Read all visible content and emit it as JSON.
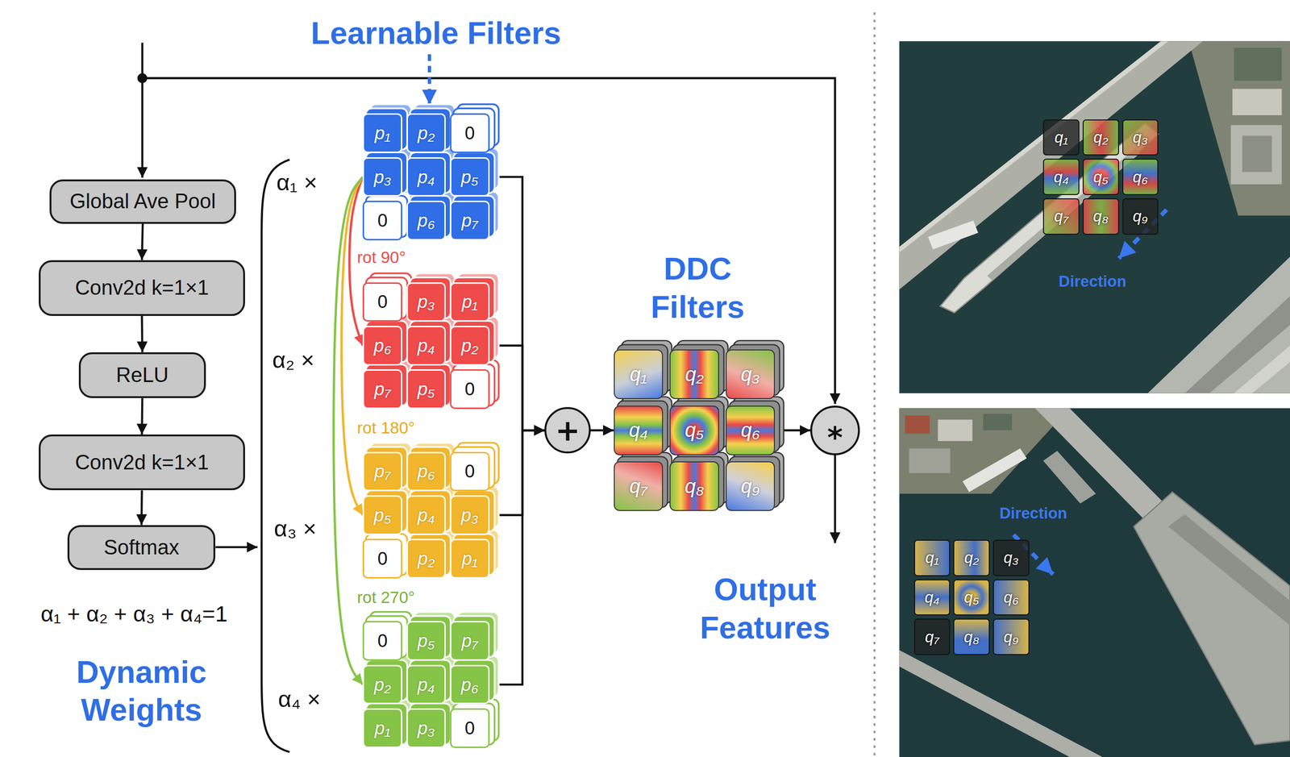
{
  "diagram": {
    "nodes": [
      {
        "text": [
          "Global Ave Pool"
        ]
      },
      {
        "text": [
          "Conv2d k=1×1"
        ]
      },
      {
        "text": [
          "ReLU"
        ]
      },
      {
        "text": [
          "Conv2d k=1×1"
        ]
      },
      {
        "text": [
          "Softmax"
        ]
      },
      {
        "text": [
          "p₁"
        ]
      },
      {
        "text": [
          "p₂"
        ]
      },
      {
        "text": [
          "0"
        ]
      },
      {
        "text": [
          "p₃"
        ]
      },
      {
        "text": [
          "p₄"
        ]
      },
      {
        "text": [
          "p₅"
        ]
      },
      {
        "text": [
          "0"
        ]
      },
      {
        "text": [
          "p₆"
        ]
      },
      {
        "text": [
          "p₇"
        ]
      },
      {
        "text": [
          "0"
        ]
      },
      {
        "text": [
          "p₃"
        ]
      },
      {
        "text": [
          "p₁"
        ]
      },
      {
        "text": [
          "p₆"
        ]
      },
      {
        "text": [
          "p₄"
        ]
      },
      {
        "text": [
          "p₂"
        ]
      },
      {
        "text": [
          "p₇"
        ]
      },
      {
        "text": [
          "p₅"
        ]
      },
      {
        "text": [
          "0"
        ]
      },
      {
        "text": [
          "p₇"
        ]
      },
      {
        "text": [
          "p₆"
        ]
      },
      {
        "text": [
          "0"
        ]
      },
      {
        "text": [
          "p₅"
        ]
      },
      {
        "text": [
          "p₄"
        ]
      },
      {
        "text": [
          "p₃"
        ]
      },
      {
        "text": [
          "0"
        ]
      },
      {
        "text": [
          "p₂"
        ]
      },
      {
        "text": [
          "p₁"
        ]
      },
      {
        "text": [
          "0"
        ]
      },
      {
        "text": [
          "p₅"
        ]
      },
      {
        "text": [
          "p₇"
        ]
      },
      {
        "text": [
          "p₂"
        ]
      },
      {
        "text": [
          "p₄"
        ]
      },
      {
        "text": [
          "p₆"
        ]
      },
      {
        "text": [
          "p₁"
        ]
      },
      {
        "text": [
          "p₃"
        ]
      },
      {
        "text": [
          "0"
        ]
      },
      {
        "text": [
          "+"
        ]
      },
      {
        "text": [
          "q₁"
        ]
      },
      {
        "text": [
          "q₂"
        ]
      },
      {
        "text": [
          "q₃"
        ]
      },
      {
        "text": [
          "q₄"
        ]
      },
      {
        "text": [
          "q₅"
        ]
      },
      {
        "text": [
          "q₆"
        ]
      },
      {
        "text": [
          "q₇"
        ]
      },
      {
        "text": [
          "q₈"
        ]
      },
      {
        "text": [
          "q₉"
        ]
      },
      {
        "text": [
          "*"
        ]
      },
      {
        "text": [
          "q₁"
        ]
      },
      {
        "text": [
          "q₂"
        ]
      },
      {
        "text": [
          "q₃"
        ]
      },
      {
        "text": [
          "q₄"
        ]
      },
      {
        "text": [
          "q₅"
        ]
      },
      {
        "text": [
          "q₆"
        ]
      },
      {
        "text": [
          "q₇"
        ]
      },
      {
        "text": [
          "q₈"
        ]
      },
      {
        "text": [
          "q₉"
        ]
      },
      {
        "text": [
          "q₁"
        ]
      },
      {
        "text": [
          "q₂"
        ]
      },
      {
        "text": [
          "q₃"
        ]
      },
      {
        "text": [
          "q₄"
        ]
      },
      {
        "text": [
          "q₅"
        ]
      },
      {
        "text": [
          "q₆"
        ]
      },
      {
        "text": [
          "q₇"
        ]
      },
      {
        "text": [
          "q₈"
        ]
      },
      {
        "text": [
          "q₉"
        ]
      }
    ],
    "edges": [
      {
        "from": 0,
        "to": 1,
        "arrow": "to"
      },
      {
        "from": 1,
        "to": 2,
        "arrow": "to"
      },
      {
        "from": 2,
        "to": 3,
        "arrow": "to"
      },
      {
        "from": 3,
        "to": 4,
        "arrow": "to"
      },
      {
        "from": 8,
        "to": 17,
        "arrow": "to"
      },
      {
        "from": 8,
        "to": 26,
        "arrow": "to"
      },
      {
        "from": 8,
        "to": 35,
        "arrow": "to"
      },
      {
        "from": 10,
        "to": 41,
        "arrow": "to"
      },
      {
        "from": 19,
        "to": 41,
        "arrow": "to"
      },
      {
        "from": 28,
        "to": 41,
        "arrow": "to"
      },
      {
        "from": 37,
        "to": 41,
        "arrow": "to"
      },
      {
        "from": 41,
        "to": 45,
        "arrow": "to"
      },
      {
        "from": 47,
        "to": 51,
        "arrow": "to"
      }
    ],
    "labels": [
      "Learnable Filters",
      "α₁ ×",
      "α₂ ×",
      "α₃ ×",
      "α₄ ×",
      "rot 90°",
      "rot 180°",
      "rot 270°",
      "DDC Filters",
      "Output Features",
      "α₁ + α₂ + α₃ + α₄=1",
      "Dynamic Weights",
      "Direction",
      "Direction"
    ]
  }
}
